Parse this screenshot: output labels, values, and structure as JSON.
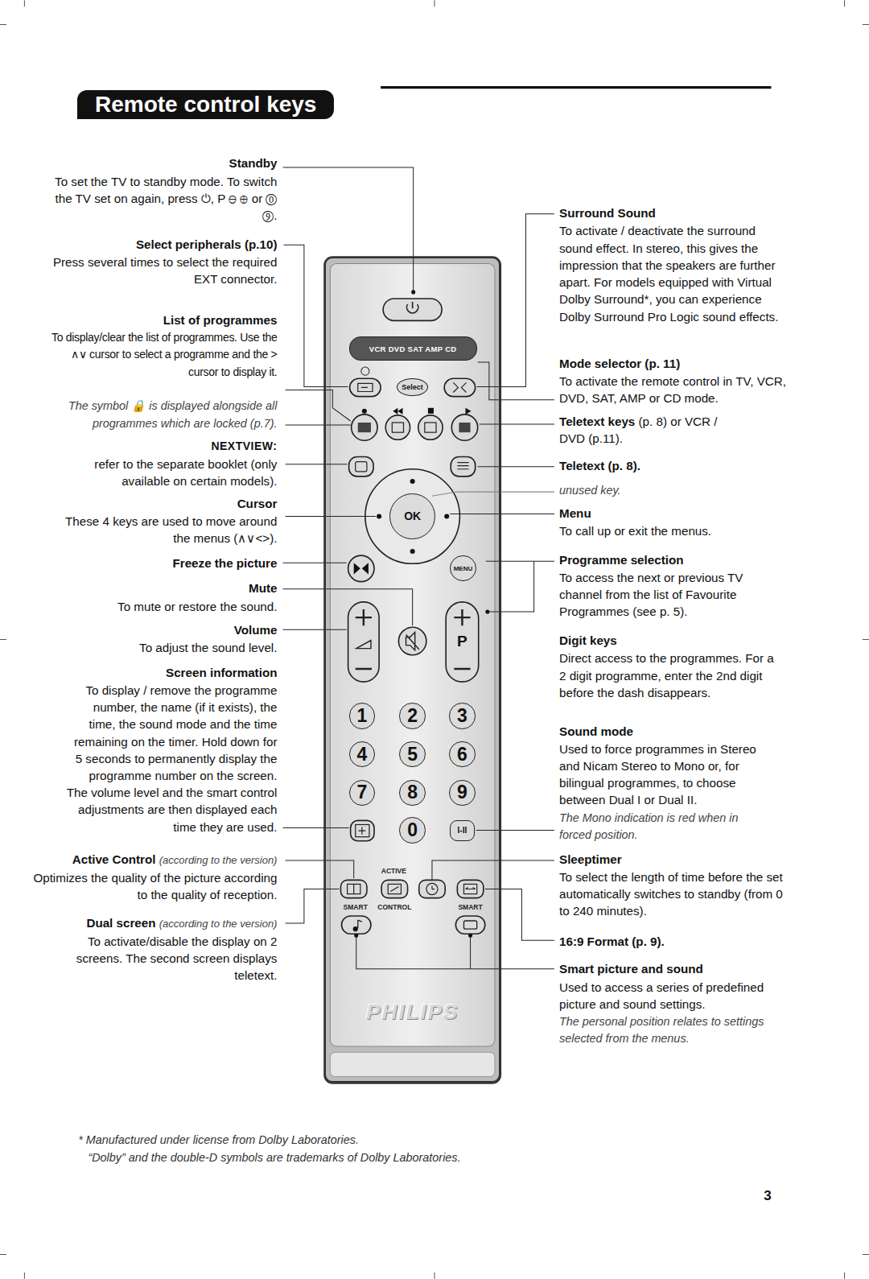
{
  "diagram": {
    "title": "Remote control keys",
    "nodes": [
      {
        "text": [
          "PHILIPS"
        ]
      },
      {
        "text": [
          "VCR DVD SAT AMP CD"
        ],
        "in": 0
      },
      {
        "text": [
          "Select"
        ],
        "in": 0
      },
      {
        "text": [
          "OK"
        ],
        "in": 0
      },
      {
        "text": [
          "MENU"
        ],
        "in": 0
      },
      {
        "text": [
          "P"
        ],
        "in": 0
      },
      {
        "text": [
          "1"
        ],
        "in": 0
      },
      {
        "text": [
          "2"
        ],
        "in": 0
      },
      {
        "text": [
          "3"
        ],
        "in": 0
      },
      {
        "text": [
          "4"
        ],
        "in": 0
      },
      {
        "text": [
          "5"
        ],
        "in": 0
      },
      {
        "text": [
          "6"
        ],
        "in": 0
      },
      {
        "text": [
          "7"
        ],
        "in": 0
      },
      {
        "text": [
          "8"
        ],
        "in": 0
      },
      {
        "text": [
          "9"
        ],
        "in": 0
      },
      {
        "text": [
          "0"
        ],
        "in": 0
      },
      {
        "text": [
          "I-II"
        ],
        "in": 0
      }
    ],
    "labels": [
      "Standby",
      "To set the TV to standby mode. To switch the TV set on again, press ⏻, P ⊖ ⊕ or ⓪ ⑨.",
      "Select peripherals (p.10)",
      "Press several times to select the required EXT connector.",
      "List of programmes",
      "To display/clear the list of programmes. Use the ∧∨ cursor to select a programme and the > cursor to display it.",
      "The symbol 🔒 is displayed alongside all programmes which are locked (p.7).",
      "NEXTVIEW:",
      "refer to the separate booklet (only available on certain models).",
      "Cursor",
      "These 4 keys are used to move around the menus (∧∨<>).",
      "Freeze the picture",
      "Mute",
      "To mute or restore the sound.",
      "Volume",
      "To adjust the sound level.",
      "Screen information",
      "To display / remove the programme number, the name (if it exists), the time, the sound mode and the time remaining on the timer. Hold down for 5 seconds to permanently display the programme number on the screen. The volume level and the smart control adjustments are then displayed each time they are used.",
      "Active Control",
      "(according to the version)",
      "Optimizes the quality of the picture according to the quality of reception.",
      "Dual screen",
      "(according to the version)",
      "To activate/disable the display on 2 screens. The second screen displays teletext.",
      "Surround Sound",
      "To activate / deactivate the surround sound effect. In stereo, this gives the impression that the speakers are further apart. For models equipped with Virtual Dolby Surround*, you can experience Dolby Surround Pro Logic sound effects.",
      "Mode selector (p. 11)",
      "To activate the remote control in TV, VCR, DVD, SAT, AMP or CD mode.",
      "Teletext keys",
      "(p. 8) or VCR / DVD (p.11).",
      "Teletext (p. 8).",
      "unused key.",
      "Menu",
      "To call up or exit the menus.",
      "Programme selection",
      "To access the next or previous TV channel from the list of Favourite Programmes (see p. 5).",
      "Digit keys",
      "Direct access to the programmes. For a 2 digit programme, enter the 2nd digit before the dash disappears.",
      "Sound mode",
      "Used to force programmes in Stereo and Nicam Stereo to Mono or, for bilingual programmes, to choose between Dual I or Dual II.",
      "The Mono indication is red when in forced position.",
      "Sleeptimer",
      "To select the length of time before the set automatically switches to standby (from 0 to 240 minutes).",
      "16:9 Format (p. 9).",
      "Smart picture and sound",
      "Used to access a series of predefined picture and sound settings.",
      "The personal position relates to settings selected from the menus.",
      "ACTIVE",
      "SMART",
      "CONTROL",
      "SMART",
      "* Manufactured under license from Dolby Laboratories.",
      "“Dolby” and the double-D symbols are trademarks of Dolby Laboratories.",
      "3"
    ]
  }
}
